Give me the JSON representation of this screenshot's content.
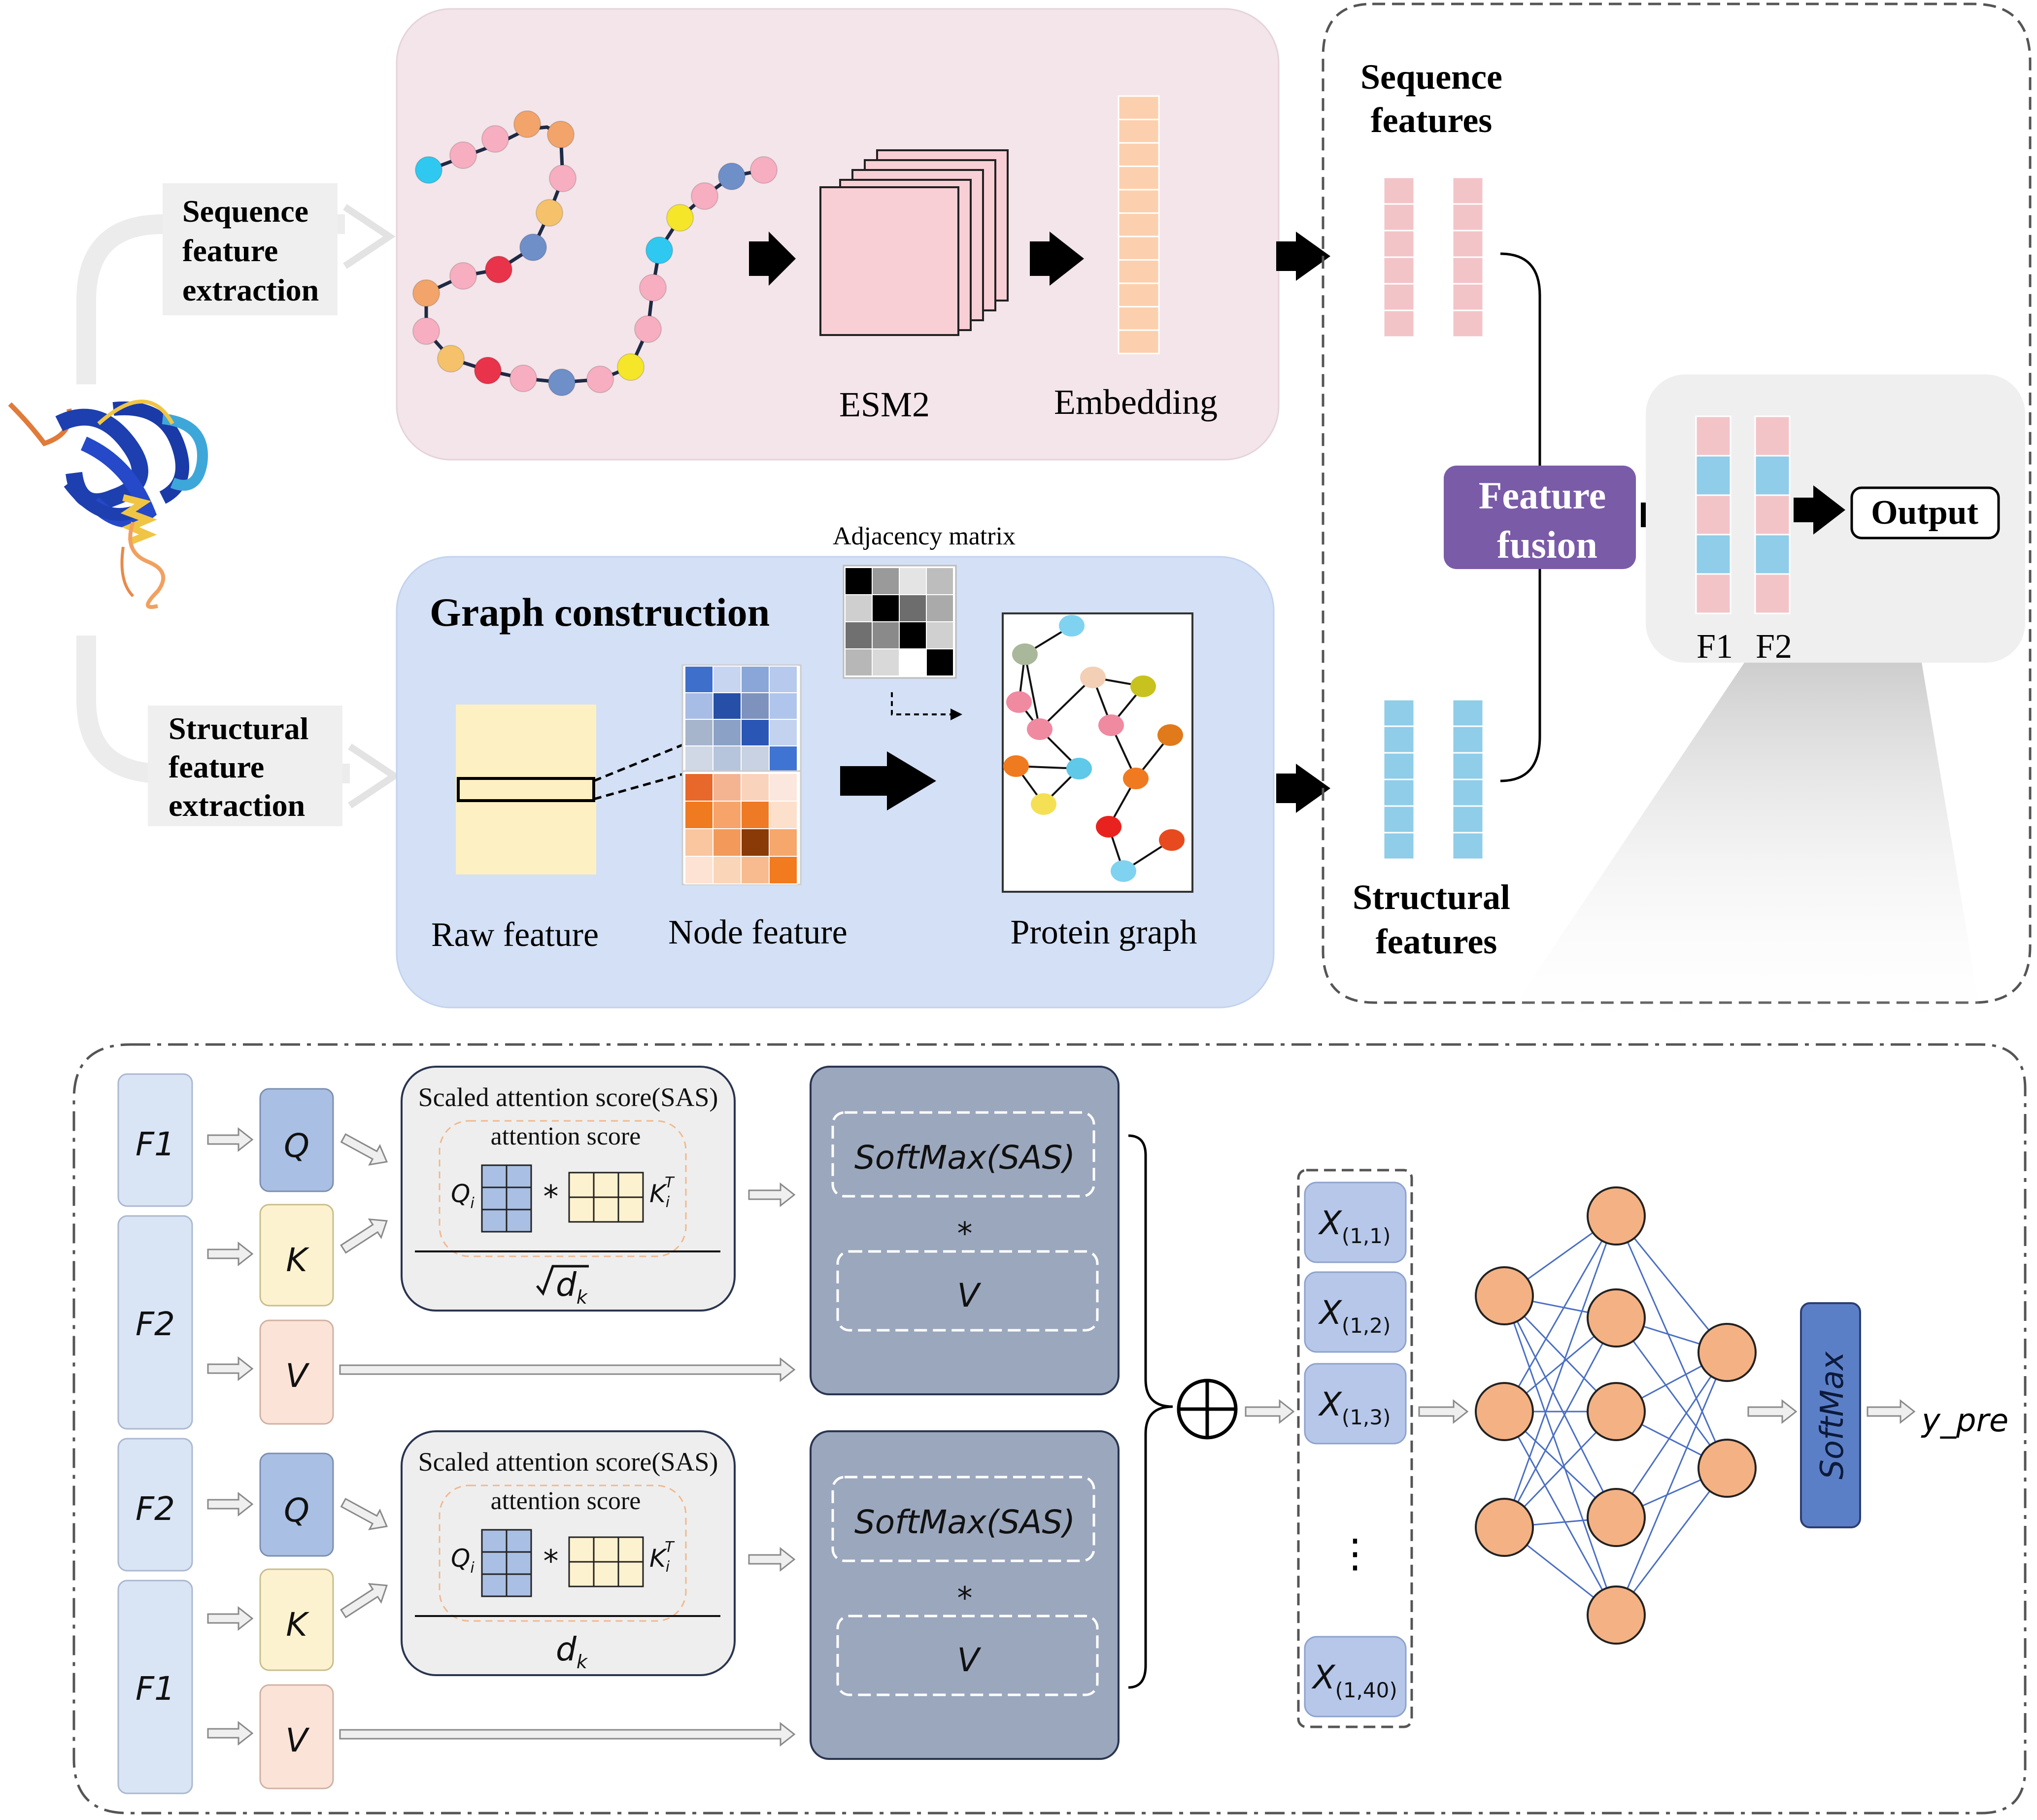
{
  "input": {
    "sequence_extraction_label": [
      "Sequence",
      "feature",
      "extraction"
    ],
    "structural_extraction_label": [
      "Structural",
      "feature",
      "extraction"
    ]
  },
  "sequence_panel": {
    "esm2_label": "ESM2",
    "embedding_label": "Embedding"
  },
  "graph_panel": {
    "title": "Graph construction",
    "adjacency_label": "Adjacency matrix",
    "raw_feature_label": "Raw feature",
    "node_feature_label": "Node feature",
    "protein_graph_label": "Protein graph"
  },
  "fusion_panel": {
    "sequence_features_label": [
      "Sequence",
      "features"
    ],
    "structural_features_label": [
      "Structural",
      "features"
    ],
    "feature_fusion_label": [
      "Feature",
      "fusion"
    ],
    "output_label": "Output",
    "f1_label": "F1",
    "f2_label": "F2"
  },
  "attention": {
    "blocks": [
      {
        "input_a": "F1",
        "input_b": "F2",
        "sas_title": "Scaled attention score(SAS)",
        "score_label": "attention score",
        "softmax_label": "SoftMax(SAS)",
        "times": "*",
        "v_box": "V"
      },
      {
        "input_a": "F2",
        "input_b": "F1",
        "sas_title": "Scaled attention score(SAS)",
        "score_label": "attention score",
        "softmax_label": "SoftMax(SAS)",
        "times": "*",
        "v_box": "V"
      }
    ],
    "q": "Q",
    "k": "K",
    "v": "V",
    "qi_sub": "i",
    "ki_sup": "T",
    "sqrt_dk_sub": "k",
    "x_items": [
      {
        "sub": "(1,1)"
      },
      {
        "sub": "(1,2)"
      },
      {
        "sub": "(1,3)"
      },
      {
        "sub": "(1,40)"
      }
    ],
    "ellipsis": "⋮",
    "softmax_vertical": "SoftMax",
    "output_label": "y_pre"
  },
  "colors": {
    "sequence_bg": "#f3e5ea",
    "graph_bg": "#d3e0f5",
    "fusion_purple": "#7a5ba8",
    "seq_bar": "#f2c4c8",
    "struct_bar": "#8fcde9",
    "embedding_bar": "#fcd0ae",
    "q_box": "#a9bfe3",
    "k_box": "#fdf2cf",
    "v_box": "#fbe3d7",
    "f_box": "#d9e5f5",
    "softmax_box": "#9ba7bd",
    "x_box": "#b6c7ea",
    "node_fill": "#f4b183",
    "softmax_vertical_box": "#5b7fc7"
  }
}
